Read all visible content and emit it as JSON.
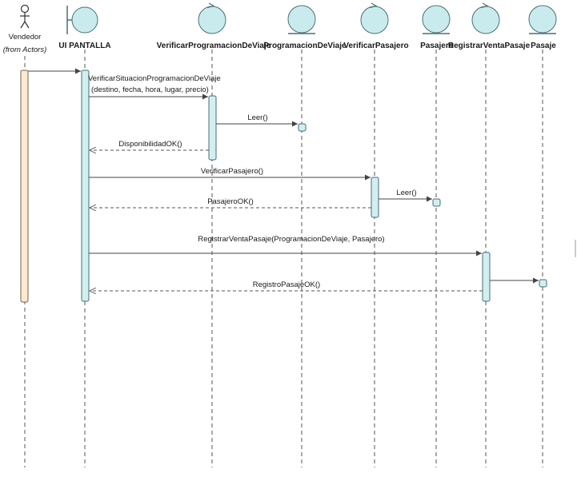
{
  "participants": {
    "vendedor": {
      "name": "Vendedor",
      "note": "(from Actors)"
    },
    "ui": {
      "name": "UI PANTALLA"
    },
    "verificar_prog": {
      "name": "VerificarProgramacionDeViaje"
    },
    "programacion": {
      "name": "ProgramacionDeViaje"
    },
    "verificar_pas": {
      "name": "VerificarPasajero"
    },
    "pasajero": {
      "name": "Pasajero"
    },
    "registrar": {
      "name": "RegistrarVentaPasaje"
    },
    "pasaje": {
      "name": "Pasaje"
    }
  },
  "messages": {
    "m1": {
      "line1": "VerificarSituacionProgramacionDeViaje",
      "line2": "(destino, fecha, hora, lugar, precio)"
    },
    "m2": {
      "label": "Leer()"
    },
    "m3": {
      "label": "DisponibilidadOK()"
    },
    "m4": {
      "label": "VerificarPasajero()"
    },
    "m5": {
      "label": "Leer()"
    },
    "m6": {
      "label": "PasajeroOK()"
    },
    "m7": {
      "label": "RegistrarVentaPasaje(ProgramacionDeViaje, Pasajero)"
    },
    "m8": {
      "label": "RegistroPasajeOK()"
    }
  },
  "colors": {
    "object_fill": "#c9ebee",
    "activation_fill": "#d3eef1",
    "actor_activation_fill": "#fde9cf"
  }
}
